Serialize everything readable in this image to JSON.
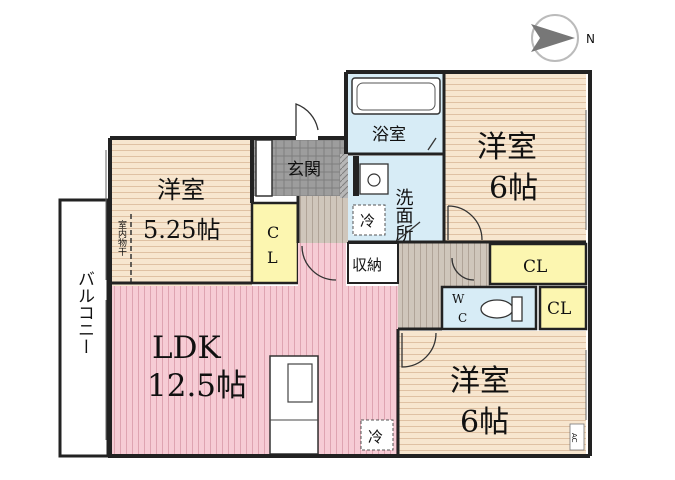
{
  "compass": {
    "north_label": "N"
  },
  "rooms": {
    "western_left": {
      "name": "洋室",
      "size": "5.25帖"
    },
    "western_upper": {
      "name": "洋室",
      "size": "6帖"
    },
    "western_lower": {
      "name": "洋室",
      "size": "6帖"
    },
    "ldk": {
      "name": "LDK",
      "size": "12.5帖"
    },
    "bathroom": {
      "name": "浴室"
    },
    "washroom": {
      "name": "洗面所"
    },
    "entrance": {
      "name": "玄関"
    },
    "storage": {
      "name": "収納"
    },
    "balcony": {
      "name": "バルコニー"
    },
    "indoor_drying": {
      "name": "室内物干"
    }
  },
  "closets": {
    "left": {
      "c": "C",
      "l": "L"
    },
    "upper": {
      "label": "CL"
    },
    "lower": {
      "label": "CL"
    }
  },
  "toilet": {
    "w": "W",
    "c": "C"
  },
  "fixtures": {
    "fridge_washroom": "冷",
    "fridge_kitchen": "冷",
    "aircon": "AC"
  },
  "colors": {
    "wall": "#222222",
    "western_floor": "#f7e6cf",
    "ldk_floor": "#f6ccd5",
    "bath_wash": "#d7ecf6",
    "closet": "#fcf6b0",
    "entrance": "#9c9c9c",
    "hall": "#c3b9ad"
  }
}
